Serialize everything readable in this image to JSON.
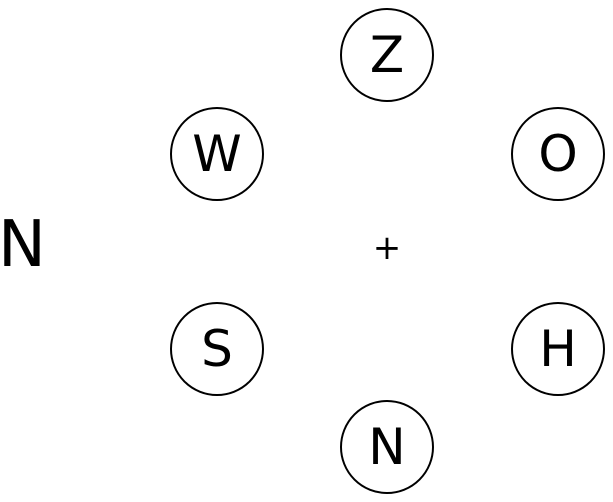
{
  "outer_letter": "N",
  "center_symbol": "+",
  "ring": {
    "top": "Z",
    "upper_left": "W",
    "upper_right": "O",
    "lower_left": "S",
    "lower_right": "H",
    "bottom": "N"
  }
}
